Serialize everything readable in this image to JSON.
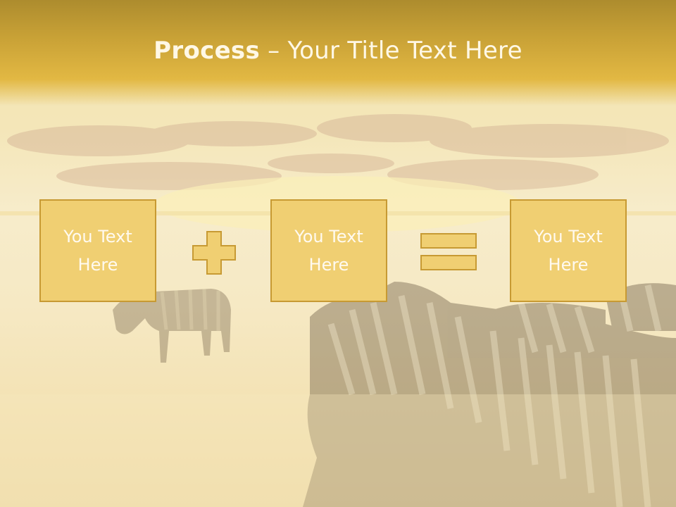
{
  "slide": {
    "title_bold": "Process",
    "title_rest": " – Your Title Text Here",
    "boxes": [
      {
        "text": "You Text\nHere"
      },
      {
        "text": "You Text\nHere"
      },
      {
        "text": "You Text\nHere"
      }
    ],
    "operators": [
      "plus-icon",
      "equals-icon"
    ]
  },
  "colors": {
    "title_band": "#c8a136",
    "box_fill": "#f0cf72",
    "box_border": "#c79a33",
    "text": "#fffaf0"
  }
}
